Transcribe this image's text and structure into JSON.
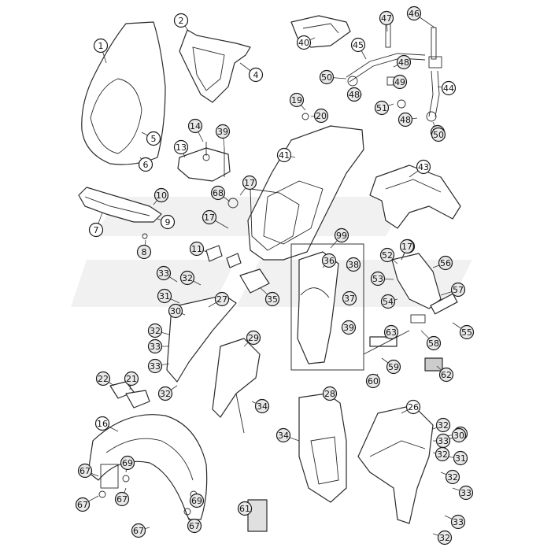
{
  "diagram": {
    "labels": [
      "1",
      "2",
      "4",
      "5",
      "6",
      "7",
      "8",
      "9",
      "10",
      "11",
      "13",
      "14",
      "16",
      "17",
      "19",
      "20",
      "21",
      "22",
      "26",
      "27",
      "28",
      "29",
      "30",
      "31",
      "32",
      "33",
      "34",
      "35",
      "36",
      "37",
      "38",
      "39",
      "40",
      "41",
      "43",
      "44",
      "45",
      "46",
      "47",
      "48",
      "49",
      "50",
      "51",
      "52",
      "53",
      "54",
      "55",
      "56",
      "57",
      "58",
      "59",
      "60",
      "61",
      "62",
      "63",
      "67",
      "68",
      "69",
      "99"
    ],
    "callouts": [
      {
        "label": "1",
        "shaded": false
      },
      {
        "label": "2",
        "shaded": false
      },
      {
        "label": "4",
        "shaded": false
      },
      {
        "label": "5",
        "shaded": false
      },
      {
        "label": "6",
        "shaded": false
      },
      {
        "label": "7",
        "shaded": false
      },
      {
        "label": "8",
        "shaded": true
      },
      {
        "label": "9",
        "shaded": false
      },
      {
        "label": "10",
        "shaded": true
      },
      {
        "label": "11",
        "shaded": true
      },
      {
        "label": "13",
        "shaded": false
      },
      {
        "label": "14",
        "shaded": true
      },
      {
        "label": "39",
        "shaded": true
      },
      {
        "label": "16",
        "shaded": false
      },
      {
        "label": "17",
        "shaded": true
      },
      {
        "label": "17",
        "shaded": true
      },
      {
        "label": "17",
        "shaded": true
      },
      {
        "label": "19",
        "shaded": true
      },
      {
        "label": "20",
        "shaded": true
      },
      {
        "label": "21",
        "shaded": true
      },
      {
        "label": "22",
        "shaded": true
      },
      {
        "label": "26",
        "shaded": false
      },
      {
        "label": "27",
        "shaded": true
      },
      {
        "label": "28",
        "shaded": true
      },
      {
        "label": "29",
        "shaded": true
      },
      {
        "label": "30",
        "shaded": true
      },
      {
        "label": "31",
        "shaded": true
      },
      {
        "label": "32",
        "shaded": true
      },
      {
        "label": "33",
        "shaded": true
      },
      {
        "label": "32",
        "shaded": true
      },
      {
        "label": "33",
        "shaded": true
      },
      {
        "label": "32",
        "shaded": true
      },
      {
        "label": "34",
        "shaded": true
      },
      {
        "label": "35",
        "shaded": true
      },
      {
        "label": "33",
        "shaded": true
      },
      {
        "label": "32",
        "shaded": true
      },
      {
        "label": "33",
        "shaded": true
      },
      {
        "label": "34",
        "shaded": true
      },
      {
        "label": "33",
        "shaded": true
      },
      {
        "label": "30",
        "shaded": true
      },
      {
        "label": "32",
        "shaded": true
      },
      {
        "label": "31",
        "shaded": true
      },
      {
        "label": "32",
        "shaded": true
      },
      {
        "label": "33",
        "shaded": true
      },
      {
        "label": "33",
        "shaded": true
      },
      {
        "label": "32",
        "shaded": true
      },
      {
        "label": "36",
        "shaded": true
      },
      {
        "label": "38",
        "shaded": true
      },
      {
        "label": "37",
        "shaded": true
      },
      {
        "label": "39",
        "shaded": true
      },
      {
        "label": "99",
        "shaded": true
      },
      {
        "label": "40",
        "shaded": false
      },
      {
        "label": "41",
        "shaded": false
      },
      {
        "label": "43",
        "shaded": false
      },
      {
        "label": "44",
        "shaded": false
      },
      {
        "label": "45",
        "shaded": false
      },
      {
        "label": "46",
        "shaded": true
      },
      {
        "label": "47",
        "shaded": true
      },
      {
        "label": "48",
        "shaded": true
      },
      {
        "label": "49",
        "shaded": true
      },
      {
        "label": "50",
        "shaded": true
      },
      {
        "label": "48",
        "shaded": true
      },
      {
        "label": "51",
        "shaded": true
      },
      {
        "label": "48",
        "shaded": true
      },
      {
        "label": "50",
        "shaded": true
      },
      {
        "label": "52",
        "shaded": true
      },
      {
        "label": "17",
        "shaded": true
      },
      {
        "label": "56",
        "shaded": true
      },
      {
        "label": "53",
        "shaded": true
      },
      {
        "label": "57",
        "shaded": true
      },
      {
        "label": "54",
        "shaded": true
      },
      {
        "label": "55",
        "shaded": true
      },
      {
        "label": "63",
        "shaded": true
      },
      {
        "label": "58",
        "shaded": true
      },
      {
        "label": "59",
        "shaded": true
      },
      {
        "label": "62",
        "shaded": true
      },
      {
        "label": "60",
        "shaded": true
      },
      {
        "label": "61",
        "shaded": true
      },
      {
        "label": "67",
        "shaded": true
      },
      {
        "label": "69",
        "shaded": true
      },
      {
        "label": "67",
        "shaded": true
      },
      {
        "label": "67",
        "shaded": true
      },
      {
        "label": "69",
        "shaded": true
      },
      {
        "label": "67",
        "shaded": true
      },
      {
        "label": "67",
        "shaded": true
      },
      {
        "label": "68",
        "shaded": true
      },
      {
        "label": "50",
        "shaded": true
      }
    ]
  }
}
